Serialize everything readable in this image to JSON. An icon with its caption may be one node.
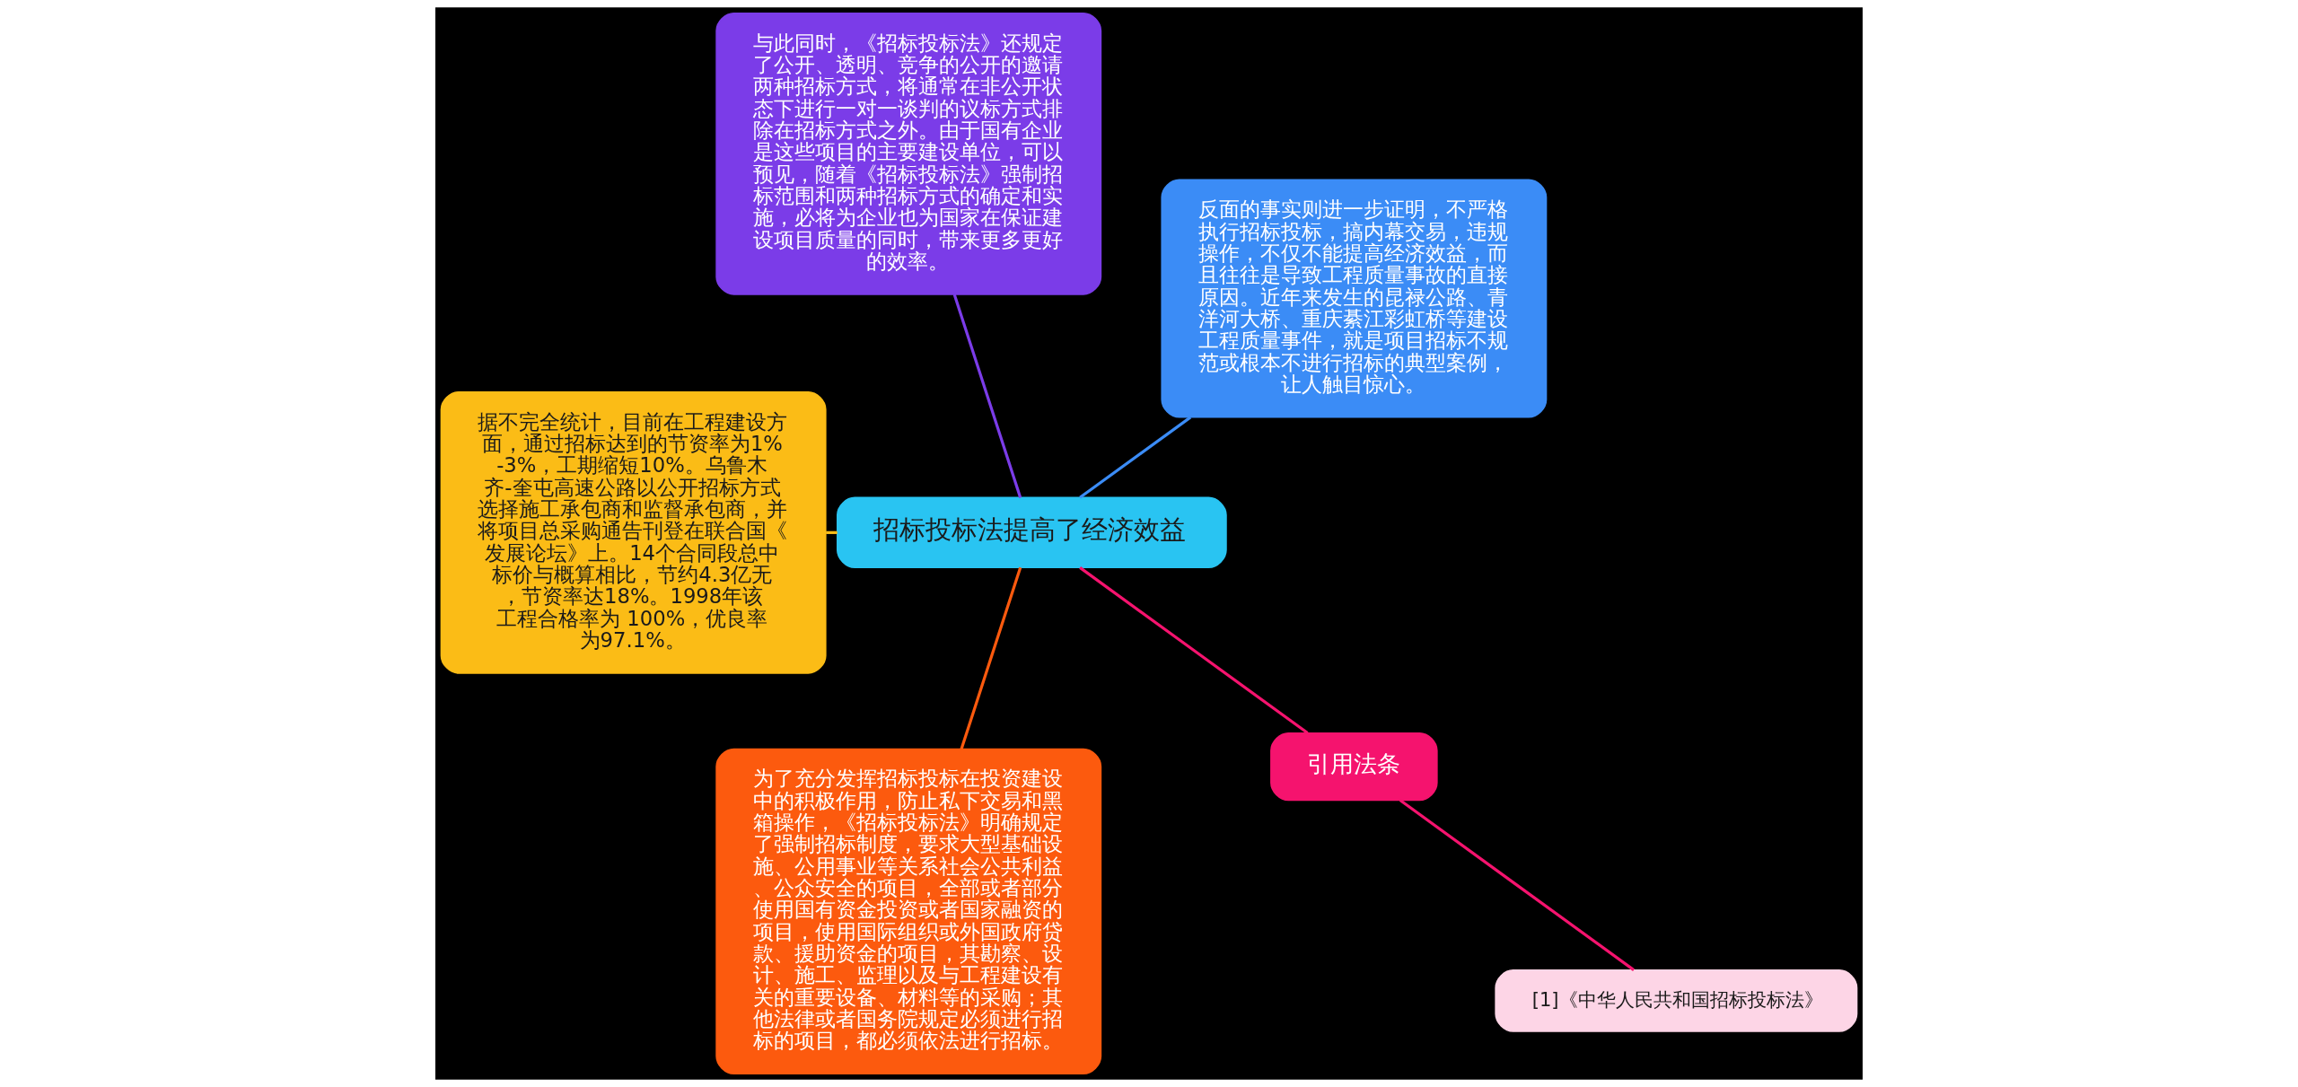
{
  "diagram": {
    "nodes": [
      {
        "text": [
          "招标投标法提高了经济效益"
        ]
      },
      {
        "text": [
          "反面的事实则进一步证明，不严格执行招标投标，搞内幕交易，违规操作，不仅不能提高经济效益，而且往往是导致工程质量事故的直接原因。近年来发生的昆禄公路、青洋河大桥、重庆綦江彩虹桥等建设工程质量事件，就是项目招标不规范或根本不进行招标的典型案例，让人触目惊心。"
        ]
      },
      {
        "text": [
          "与此同时，《招标投标法》还规定了公开、透明、竞争的公开的邀请两种招标方式，将通常在非公开状态下进行一对一谈判的议标方式排除在招标方式之外。由于国有企业是这些项目的主要建设单位，可以预见，随着《招标投标法》强制招标范围和两种招标方式的确定和实施，必将为企业也为国家在保证建设项目质量的同时，带来更多更好的效率。"
        ]
      },
      {
        "text": [
          "据不完全统计，目前在工程建设方面，通过招标达到的节资率为1%-3%，工期缩短10%。乌鲁木齐-奎屯高速公路以公开招标方式选择施工承包商和监督承包商，并将项目总采购通告刊登在联合国《发展论坛》上。14个合同段总中标价与概算相比，节约4.3亿无，节资率达18%。1998年该工程合格率为 100%，优良率为97.1%。"
        ]
      },
      {
        "text": [
          "为了充分发挥招标投标在投资建设中的积极作用，防止私下交易和黑箱操作，《招标投标法》明确规定了强制招标制度，要求大型基础设施、公用事业等关系社会公共利益、公众安全的项目，全部或者部分使用国有资金投资或者国家融资的项目，使用国际组织或外国政府贷款、援助资金的项目，其勘察、设计、施工、监理以及与工程建设有关的重要设备、材料等的采购；其他法律或者国务院规定必须进行招标的项目，都必须依法进行招标。"
        ]
      },
      {
        "text": [
          "引用法条"
        ]
      },
      {
        "text": [
          "[1]《中华人民共和国招标投标法》"
        ]
      }
    ],
    "edges": [
      {
        "from": 0,
        "to": 1,
        "arrow": "none",
        "color": "#3b8cf6"
      },
      {
        "from": 0,
        "to": 2,
        "arrow": "none",
        "color": "#7b3ce8"
      },
      {
        "from": 0,
        "to": 3,
        "arrow": "none",
        "color": "#fbbc16"
      },
      {
        "from": 0,
        "to": 4,
        "arrow": "none",
        "color": "#fc5a0e"
      },
      {
        "from": 0,
        "to": 5,
        "arrow": "none",
        "color": "#f5136e"
      },
      {
        "from": 5,
        "to": 6,
        "arrow": "none",
        "color": "#f5136e"
      }
    ]
  }
}
